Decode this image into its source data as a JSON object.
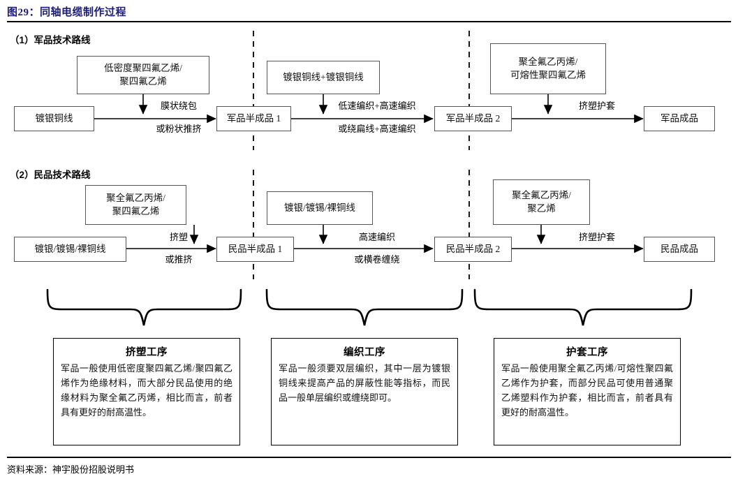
{
  "header": {
    "title": "图29：同轴电缆制作过程"
  },
  "footer": {
    "source": "资料来源：神宇股份招股说明书"
  },
  "sections": {
    "military_label": "（1）军品技术路线",
    "civil_label": "（2）民品技术路线"
  },
  "military": {
    "material_1": "低密度聚四氟乙烯/\n聚四氟乙烯",
    "input": "镀银铜线",
    "semi_1": "军品半成品 1",
    "material_2": "镀银铜线+镀银铜线",
    "semi_2": "军品半成品 2",
    "material_3": "聚全氟乙丙烯/\n可熔性聚四氟乙烯",
    "output": "军品成品",
    "edge_1_top": "膜状绕包",
    "edge_1_bottom": "或粉状推挤",
    "edge_2_top": "低速编织+高速编织",
    "edge_2_bottom": "或绕扁线+高速编织",
    "edge_3_top": "挤塑护套"
  },
  "civil": {
    "material_1": "聚全氟乙丙烯/\n聚四氟乙烯",
    "input": "镀银/镀锡/裸铜线",
    "semi_1": "民品半成品 1",
    "material_2": "镀银/镀锡/裸铜线",
    "semi_2": "民品半成品 2",
    "material_3": "聚全氟乙丙烯/\n聚乙烯",
    "output": "民品成品",
    "edge_1_top": "挤塑",
    "edge_1_bottom": "或推挤",
    "edge_2_top": "高速编织",
    "edge_2_bottom": "或横卷缠绕",
    "edge_3_top": "挤塑护套"
  },
  "process_boxes": [
    {
      "title": "挤塑工序",
      "body": "军品一般使用低密度聚四氟乙烯/聚四氟乙烯作为绝缘材料，而大部分民品使用的绝缘材料为聚全氟乙丙烯，相比而言，前者具有更好的耐高温性。"
    },
    {
      "title": "编织工序",
      "body": "军品一般须要双层编织，其中一层为镀银铜线来提高产品的屏蔽性能等指标，而民品一般单层编织或缠绕即可。"
    },
    {
      "title": "护套工序",
      "body": "军品一般使用聚全氟乙丙烯/可熔性聚四氟乙烯作为护套，而部分民品可使用普通聚乙烯塑料作为护套，相比而言，前者具有更好的耐高温性。"
    }
  ],
  "colors": {
    "title": "#1b1b7a",
    "box_border": "#555555",
    "line": "#000000"
  }
}
